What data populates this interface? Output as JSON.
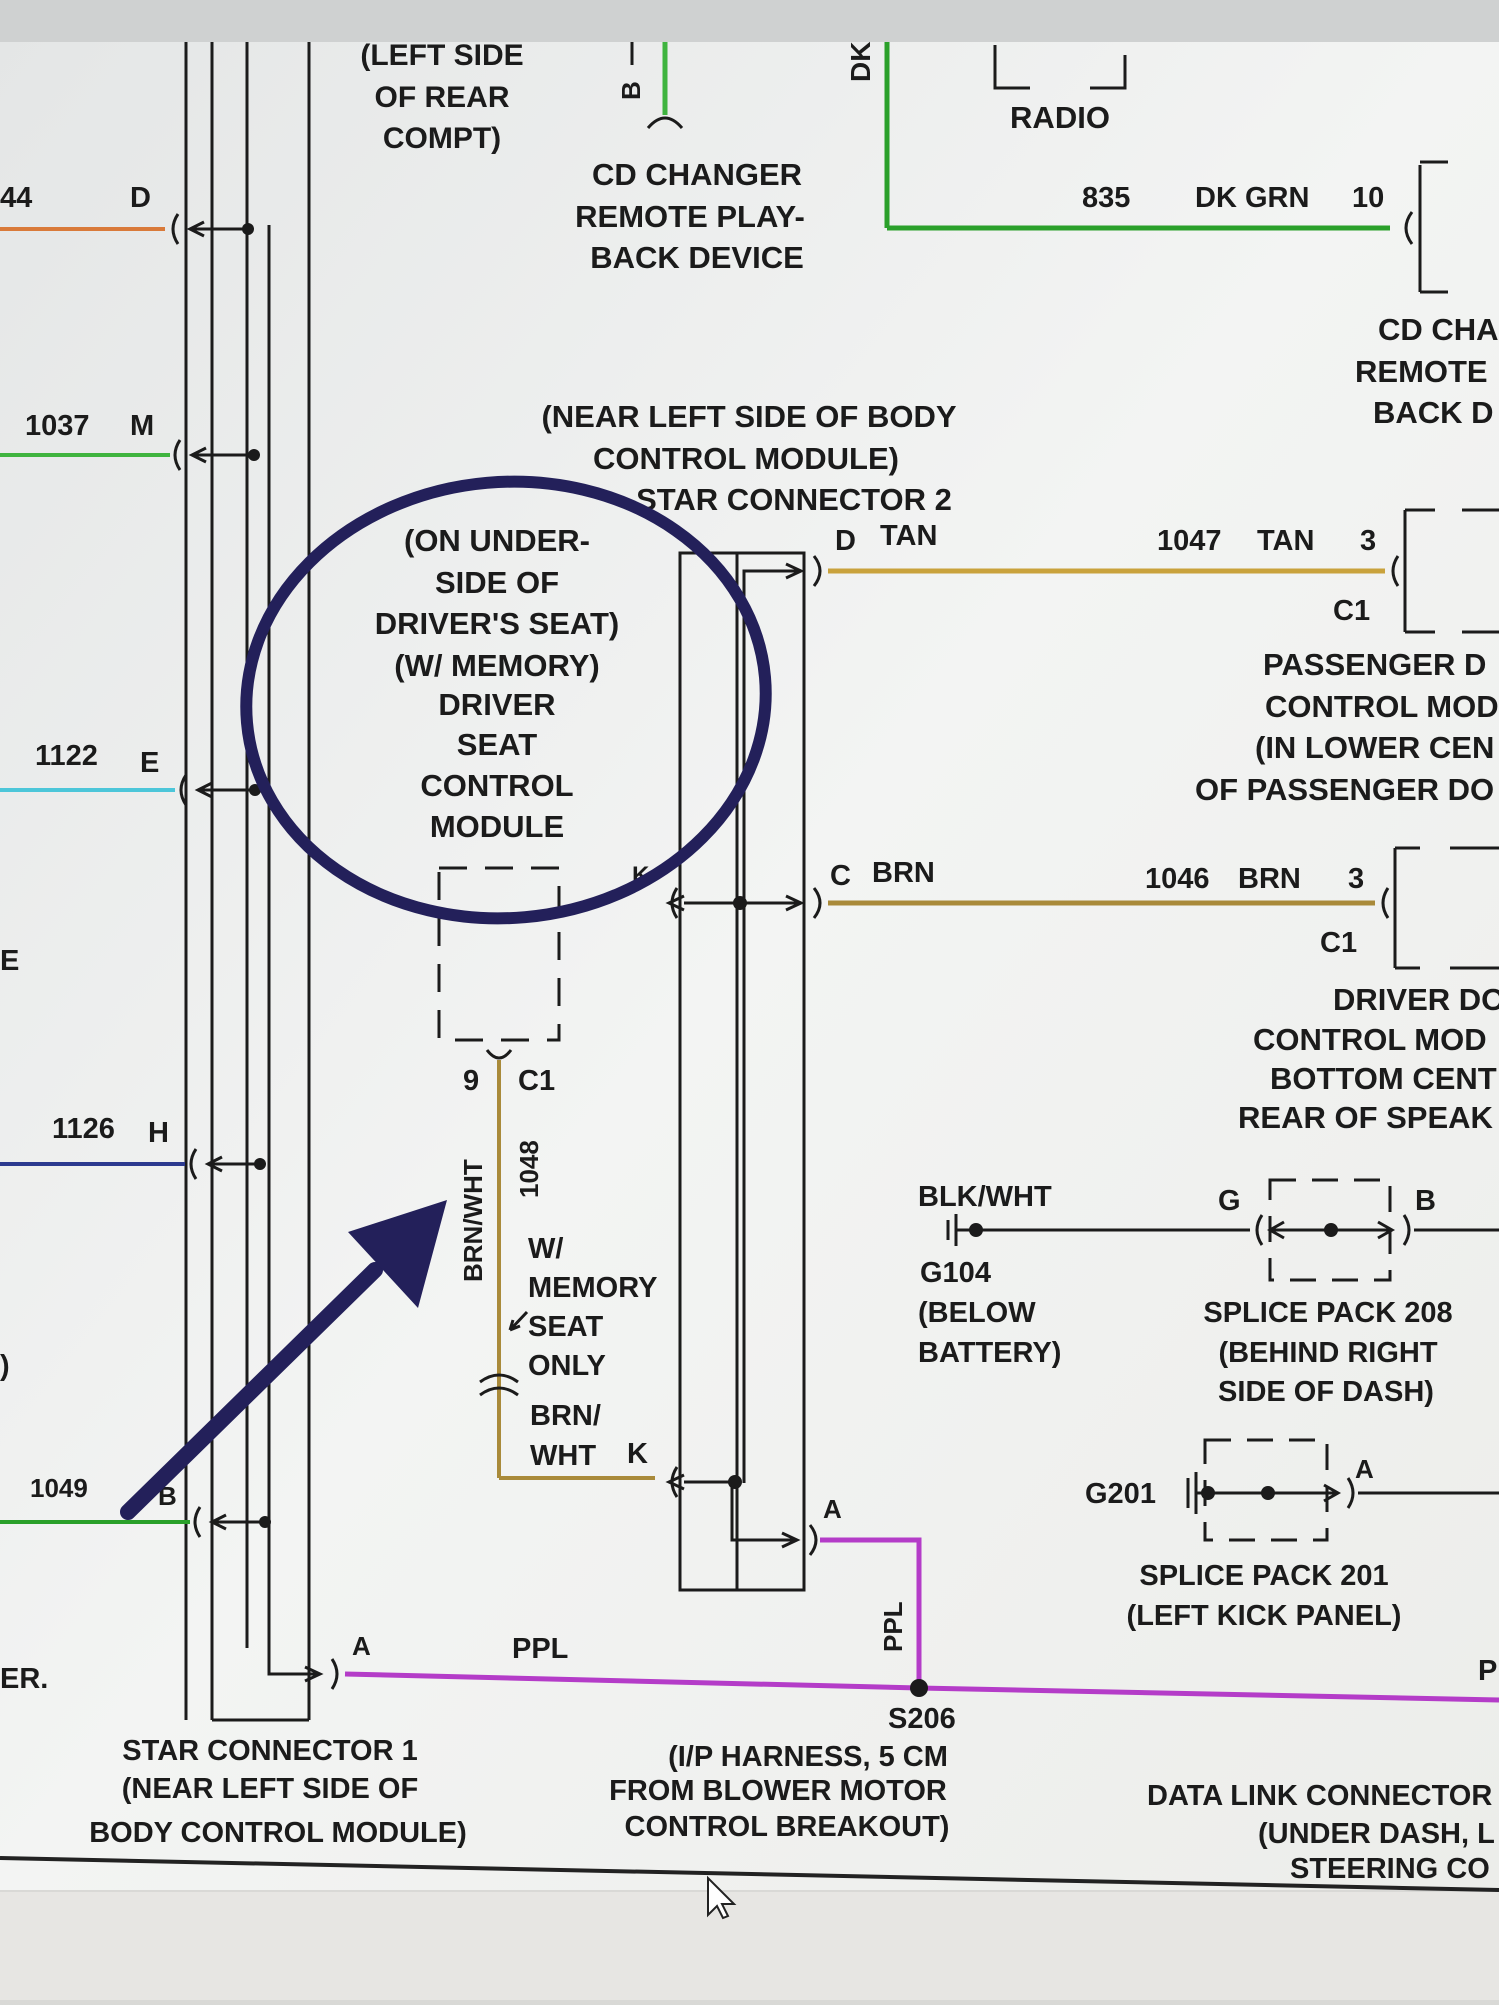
{
  "colors": {
    "orange": "#d97a3a",
    "green": "#3fb43f",
    "cyan": "#4cc6d9",
    "navy": "#2c3a8f",
    "dkgreen": "#2aa02a",
    "tan": "#c9a23c",
    "brn": "#a98a3a",
    "ppl": "#b43cc8",
    "annotation": "#23205a"
  },
  "left_circuits": [
    {
      "num": "44",
      "pin": "D"
    },
    {
      "num": "1037",
      "pin": "M"
    },
    {
      "num": "1122",
      "pin": "E"
    },
    {
      "num": "1126",
      "pin": "H"
    },
    {
      "num": "1049",
      "pin": "B"
    }
  ],
  "edge_fragments": {
    "e": "E",
    "paren": ")",
    "er": "ER."
  },
  "rear_compt_label": [
    "(LEFT SIDE",
    "OF REAR",
    "COMPT)"
  ],
  "cd_changer_top": {
    "letters": "B",
    "lines": [
      "CD CHANGER",
      "REMOTE PLAY-",
      "BACK DEVICE"
    ]
  },
  "dk_fragment": "DK",
  "radio_label": "RADIO",
  "dk_grn_circuit": {
    "num": "835",
    "color": "DK GRN",
    "pin": "10"
  },
  "cd_changer_right": [
    "CD CHA",
    "REMOTE",
    "BACK D"
  ],
  "star_connector_2": {
    "lines": [
      "(NEAR LEFT SIDE OF BODY",
      "CONTROL MODULE)",
      "STAR CONNECTOR 2"
    ]
  },
  "tan_circuit": {
    "pin": "D",
    "color": "TAN",
    "num": "1047",
    "color2": "TAN",
    "pin2": "3",
    "conn": "C1"
  },
  "passenger_module": [
    "PASSENGER D",
    "CONTROL MOD",
    "(IN LOWER CEN",
    "OF PASSENGER DO"
  ],
  "brn_circuit": {
    "pin": "C",
    "color": "BRN",
    "num": "1046",
    "color2": "BRN",
    "pin2": "3",
    "conn": "C1",
    "k_pin": "K"
  },
  "driver_module": [
    "DRIVER DO",
    "CONTROL MOD",
    "BOTTOM CENT",
    "REAR OF SPEAK"
  ],
  "seat_module": {
    "lines": [
      "(ON UNDER-",
      "SIDE OF",
      "DRIVER'S SEAT)",
      "(W/ MEMORY)",
      "DRIVER",
      "SEAT",
      "CONTROL",
      "MODULE"
    ],
    "pin": "9",
    "conn": "C1"
  },
  "seat_wire": {
    "color": "BRN/WHT",
    "num": "1048",
    "note": [
      "W/",
      "MEMORY",
      "SEAT",
      "ONLY"
    ],
    "color2": [
      "BRN/",
      "WHT"
    ],
    "pin": "K"
  },
  "ground_g104": {
    "wire": "BLK/WHT",
    "id": "G104",
    "lines": [
      "(BELOW",
      "BATTERY)"
    ]
  },
  "splice_208": {
    "pin_left": "G",
    "pin_right": "B",
    "lines": [
      "SPLICE PACK 208",
      "(BEHIND RIGHT",
      "SIDE OF DASH)"
    ]
  },
  "splice_201": {
    "ground": "G201",
    "pin": "A",
    "lines": [
      "SPLICE PACK 201",
      "(LEFT KICK PANEL)"
    ]
  },
  "ppl_circuit": {
    "pin_left": "A",
    "color": "PPL",
    "vert_color": "PPL",
    "pin_top": "A",
    "splice": "S206",
    "edge": "P"
  },
  "s206_label": [
    "(I/P HARNESS, 5 CM",
    "FROM BLOWER MOTOR",
    "CONTROL BREAKOUT)"
  ],
  "star_connector_1": [
    "STAR CONNECTOR 1",
    "(NEAR LEFT SIDE OF",
    "BODY CONTROL MODULE)"
  ],
  "dlc": [
    "DATA LINK CONNECTOR",
    "(UNDER DASH, L",
    "STEERING CO"
  ]
}
